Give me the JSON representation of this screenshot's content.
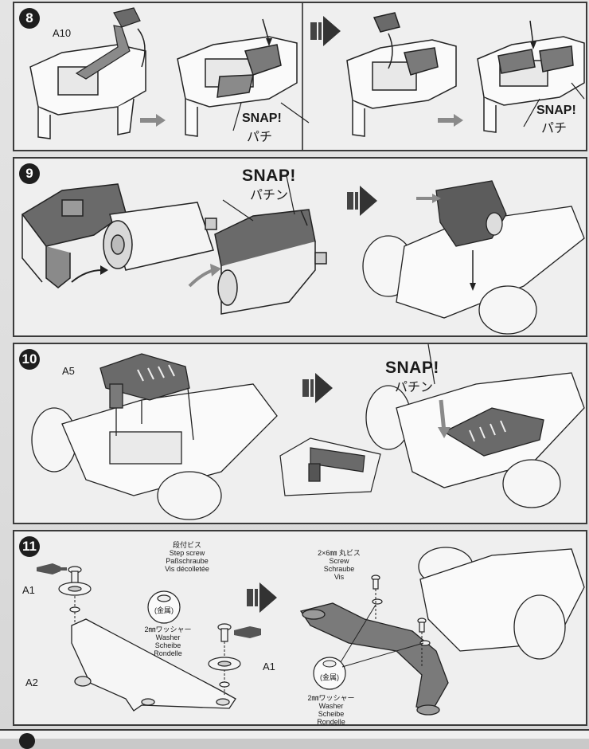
{
  "steps": {
    "s8": {
      "number": "8",
      "part_label": "A10",
      "snap_1": "SNAP!",
      "snap_1_jp": "パチ",
      "snap_2": "SNAP!",
      "snap_2_jp": "パチ"
    },
    "s9": {
      "number": "9",
      "snap": "SNAP!",
      "snap_jp": "パチン"
    },
    "s10": {
      "number": "10",
      "part_label": "A5",
      "snap": "SNAP!",
      "snap_jp": "パチン"
    },
    "s11": {
      "number": "11",
      "step_screw_jp": "段付ビス",
      "step_screw_en": "Step screw",
      "step_screw_de": "Paßschraube",
      "step_screw_fr": "Vis décolletée",
      "part_a1_left": "A1",
      "part_a1_right": "A1",
      "part_a2": "A2",
      "metal_1": "(金属)",
      "metal_2": "(金属)",
      "washer_jp": "2㎜ワッシャー",
      "washer_en": "Washer",
      "washer_de": "Scheibe",
      "washer_fr": "Rondelle",
      "screw_jp": "2×6㎜ 丸ビス",
      "screw_en": "Screw",
      "screw_de": "Schraube",
      "screw_fr": "Vis",
      "washer2_jp": "2㎜ワッシャー",
      "washer2_en": "Washer",
      "washer2_de": "Scheibe",
      "washer2_fr": "Rondelle"
    }
  },
  "colors": {
    "ink": "#1a1a1a",
    "panel_bg": "#efefef",
    "part_gray": "#5a5a5a",
    "arrow_gray": "#8a8a8a"
  }
}
